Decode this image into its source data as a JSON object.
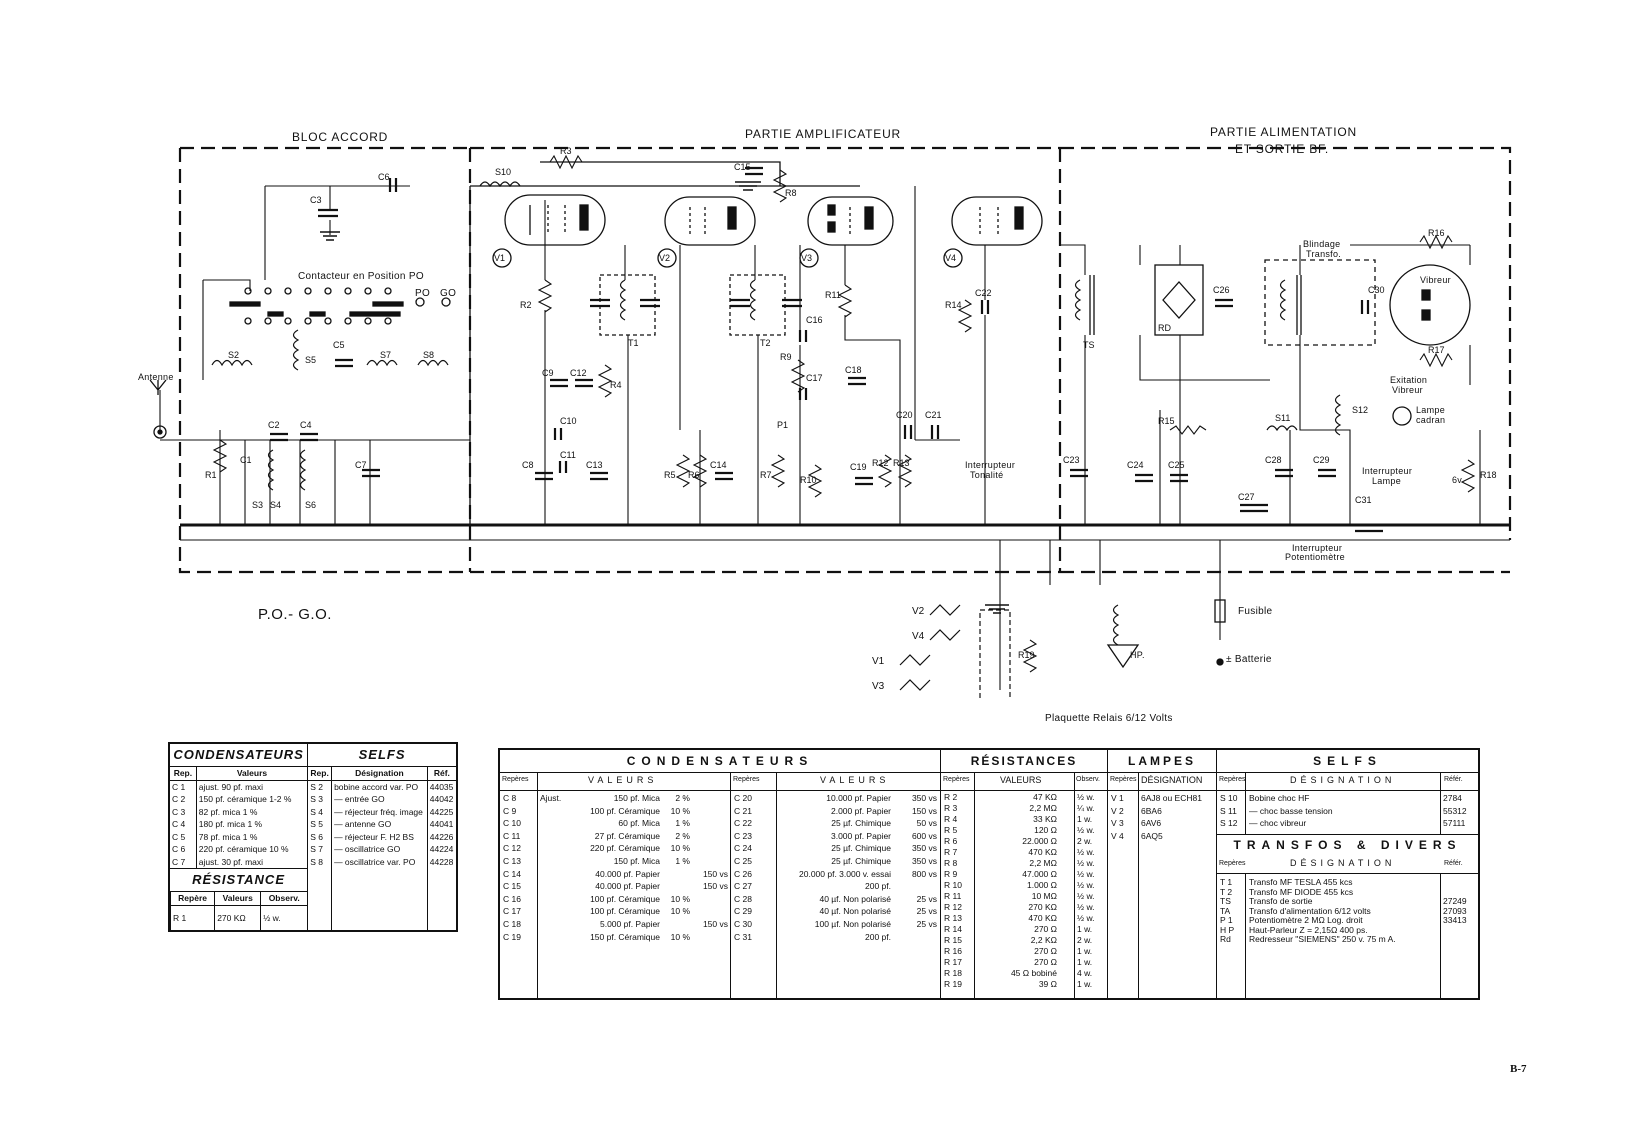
{
  "sections": {
    "bloc_accord": "BLOC ACCORD",
    "amplificateur": "PARTIE AMPLIFICATEUR",
    "alimentation_1": "PARTIE ALIMENTATION",
    "alimentation_2": "ET SORTIE BF."
  },
  "labels": {
    "contacteur": "Contacteur en Position PO",
    "po": "PO",
    "go": "GO",
    "antenne": "Antenne",
    "interrupteur_tonalite_1": "Interrupteur",
    "interrupteur_tonalite_2": "Tonalité",
    "blindage_1": "Blindage",
    "blindage_2": "Transfo.",
    "vibreur": "Vibreur",
    "exitation_1": "Exitation",
    "exitation_2": "Vibreur",
    "lampe_1": "Lampe",
    "lampe_2": "cadran",
    "interrupteur_lampe_1": "Interrupteur",
    "interrupteur_lampe_2": "Lampe",
    "interrupteur_pot_1": "Interrupteur",
    "interrupteur_pot_2": "Potentiomètre",
    "fusible": "Fusible",
    "batterie": "± Batterie",
    "plaquette": "Plaquette Relais 6/12 Volts",
    "hp": "HP.",
    "six_v": "6v",
    "pogo": "P.O.- G.O.",
    "page": "B-7"
  },
  "components": {
    "tubes": [
      "V1",
      "V2",
      "V3",
      "V4"
    ],
    "capacitors": [
      "C1",
      "C2",
      "C3",
      "C4",
      "C5",
      "C6",
      "C7",
      "C8",
      "C9",
      "C10",
      "C11",
      "C12",
      "C13",
      "C14",
      "C15",
      "C16",
      "C17",
      "C18",
      "C19",
      "C20",
      "C21",
      "C22",
      "C23",
      "C24",
      "C25",
      "C26",
      "C27",
      "C28",
      "C29",
      "C30",
      "C31"
    ],
    "resistors": [
      "R1",
      "R2",
      "R3",
      "R4",
      "R5",
      "R6",
      "R7",
      "R8",
      "R9",
      "R10",
      "R11",
      "R12",
      "R13",
      "R14",
      "R15",
      "R16",
      "R17",
      "R18",
      "R19"
    ],
    "selfs": [
      "S2",
      "S3",
      "S4",
      "S5",
      "S6",
      "S7",
      "S8",
      "S10",
      "S11",
      "S12"
    ],
    "others": [
      "T1",
      "T2",
      "TS",
      "RD",
      "P1"
    ],
    "relay_tubes": [
      "V2",
      "V4",
      "V1",
      "V3"
    ]
  },
  "table1": {
    "cond_title": "CONDENSATEURS",
    "selfs_title": "SELFS",
    "res_title": "RÉSISTANCE",
    "cond_headers": [
      "Rep.",
      "Valeurs"
    ],
    "selfs_headers": [
      "Rep.",
      "Désignation",
      "Réf."
    ],
    "res_headers": [
      "Repère",
      "Valeurs",
      "Observ."
    ],
    "cond_rows": [
      [
        "C 1",
        "ajust. 90 pf. maxi"
      ],
      [
        "C 2",
        "150 pf. céramique 1-2 %"
      ],
      [
        "C 3",
        "82 pf. mica   1 %"
      ],
      [
        "C 4",
        "180 pf. mica   1 %"
      ],
      [
        "C 5",
        "78 pf. mica   1 %"
      ],
      [
        "C 6",
        "220 pf. céramique 10 %"
      ],
      [
        "C 7",
        "ajust. 30 pf. maxi"
      ]
    ],
    "selfs_rows": [
      [
        "S 2",
        "bobine accord var. PO",
        "44035"
      ],
      [
        "S 3",
        "—  entrée GO",
        "44042"
      ],
      [
        "S 4",
        "—  réjecteur fréq. image",
        "44225"
      ],
      [
        "S 5",
        "—  antenne GO",
        "44041"
      ],
      [
        "S 6",
        "—  réjecteur F. H2 BS",
        "44226"
      ],
      [
        "S 7",
        "—  oscillatrice GO",
        "44224"
      ],
      [
        "S 8",
        "—  oscillatrice var. PO",
        "44228"
      ]
    ],
    "res_rows": [
      [
        "R 1",
        "270 KΩ",
        "½ w."
      ]
    ]
  },
  "table2": {
    "cond_title": "CONDENSATEURS",
    "res_title": "RÉSISTANCES",
    "lamp_title": "LAMPES",
    "selfs_title": "SELFS",
    "transfos_title": "TRANSFOS & DIVERS",
    "h_reperes": "Repères",
    "h_valeurs": "VALEURS",
    "h_valeurs2": "VALEURS",
    "h_observ": "Observ.",
    "h_designation": "DÉSIGNATION",
    "h_designation2": "DÉSIGNATION",
    "h_reference": "Référ.",
    "cond_left": [
      [
        "C  8",
        "Ajust.",
        "150 pf. Mica",
        "2 %",
        ""
      ],
      [
        "C  9",
        "",
        "100 pf. Céramique",
        "10 %",
        ""
      ],
      [
        "C 10",
        "",
        "60 pf. Mica",
        "1 %",
        ""
      ],
      [
        "C 11",
        "",
        "27 pf. Céramique",
        "2 %",
        ""
      ],
      [
        "C 12",
        "",
        "220 pf. Céramique",
        "10 %",
        ""
      ],
      [
        "C 13",
        "",
        "150 pf. Mica",
        "1 %",
        ""
      ],
      [
        "C 14",
        "",
        "40.000 pf. Papier",
        "",
        "150 vs"
      ],
      [
        "C 15",
        "",
        "40.000 pf. Papier",
        "",
        "150 vs"
      ],
      [
        "C 16",
        "",
        "100 pf. Céramique",
        "10 %",
        ""
      ],
      [
        "C 17",
        "",
        "100 pf. Céramique",
        "10 %",
        ""
      ],
      [
        "C 18",
        "",
        "5.000 pf. Papier",
        "",
        "150 vs"
      ],
      [
        "C 19",
        "",
        "150 pf. Céramique",
        "10 %",
        ""
      ]
    ],
    "cond_right": [
      [
        "C 20",
        "10.000 pf. Papier",
        "350 vs"
      ],
      [
        "C 21",
        "2.000 pf. Papier",
        "150 vs"
      ],
      [
        "C 22",
        "25 µf. Chimique",
        "50 vs"
      ],
      [
        "C 23",
        "3.000 pf. Papier",
        "600 vs"
      ],
      [
        "C 24",
        "25 µf. Chimique",
        "350 vs"
      ],
      [
        "C 25",
        "25 µf. Chimique",
        "350 vs"
      ],
      [
        "C 26",
        "20.000 pf. 3.000 v. essai",
        "800 vs"
      ],
      [
        "C 27",
        "200 pf.",
        ""
      ],
      [
        "C 28",
        "40 µf. Non polarisé",
        "25 vs"
      ],
      [
        "C 29",
        "40 µf. Non polarisé",
        "25 vs"
      ],
      [
        "C 30",
        "100 µf. Non polarisé",
        "25 vs"
      ],
      [
        "C 31",
        "200 pf.",
        ""
      ]
    ],
    "res_rows": [
      [
        "R  2",
        "47 KΩ",
        "½ w."
      ],
      [
        "R  3",
        "2,2 MΩ",
        "¼ w."
      ],
      [
        "R  4",
        "33 KΩ",
        "1 w."
      ],
      [
        "R  5",
        "120 Ω",
        "½ w."
      ],
      [
        "R  6",
        "22.000 Ω",
        "2 w."
      ],
      [
        "R  7",
        "470 KΩ",
        "½ w."
      ],
      [
        "R  8",
        "2,2 MΩ",
        "½ w."
      ],
      [
        "R  9",
        "47.000 Ω",
        "½ w."
      ],
      [
        "R 10",
        "1.000 Ω",
        "½ w."
      ],
      [
        "R 11",
        "10 MΩ",
        "½ w."
      ],
      [
        "R 12",
        "270 KΩ",
        "½ w."
      ],
      [
        "R 13",
        "470 KΩ",
        "½ w."
      ],
      [
        "R 14",
        "270 Ω",
        "1 w."
      ],
      [
        "R 15",
        "2,2 KΩ",
        "2 w."
      ],
      [
        "R 16",
        "270 Ω",
        "1 w."
      ],
      [
        "R 17",
        "270 Ω",
        "1 w."
      ],
      [
        "R 18",
        "45 Ω bobiné",
        "4 w."
      ],
      [
        "R 19",
        "39 Ω",
        "1 w."
      ]
    ],
    "lamp_rows": [
      [
        "V 1",
        "6AJ8 ou ECH81"
      ],
      [
        "V 2",
        "6BA6"
      ],
      [
        "V 3",
        "6AV6"
      ],
      [
        "V 4",
        "6AQ5"
      ]
    ],
    "selfs_rows": [
      [
        "S 10",
        "Bobine choc HF",
        "2784"
      ],
      [
        "S 11",
        "—  choc basse tension",
        "55312"
      ],
      [
        "S 12",
        "—  choc vibreur",
        "57111"
      ]
    ],
    "transfo_rows": [
      [
        "T 1",
        "Transfo MF TESLA  455 kcs",
        ""
      ],
      [
        "T 2",
        "Transfo MF DIODE  455 kcs",
        ""
      ],
      [
        "TS",
        "Transfo de sortie",
        "27249"
      ],
      [
        "TA",
        "Transfo d'alimentation 6/12 volts",
        "27093"
      ],
      [
        "P 1",
        "Potentiomètre 2 MΩ Log. droit",
        "33413"
      ],
      [
        "H P",
        "Haut-Parleur Z = 2,15Ω 400 ps.",
        ""
      ],
      [
        "Rd",
        "Redresseur \"SIEMENS\" 250 v. 75 m A.",
        ""
      ]
    ]
  }
}
